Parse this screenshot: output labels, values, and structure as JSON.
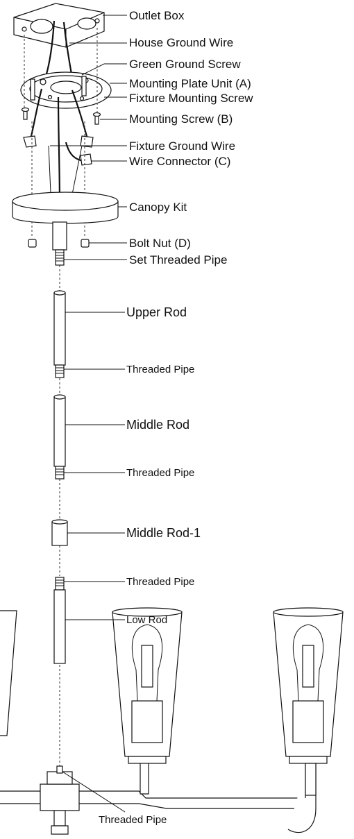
{
  "labels": {
    "outlet_box": "Outlet Box",
    "house_ground_wire": "House Ground Wire",
    "green_ground_screw": "Green Ground Screw",
    "mounting_plate_unit": "Mounting Plate Unit (A)",
    "fixture_mounting_screw": "Fixture Mounting Screw",
    "mounting_screw": "Mounting Screw (B)",
    "fixture_ground_wire": "Fixture Ground Wire",
    "wire_connector": "Wire Connector (C)",
    "canopy_kit": "Canopy Kit",
    "bolt_nut": "Bolt Nut (D)",
    "set_threaded_pipe": "Set Threaded Pipe",
    "upper_rod": "Upper Rod",
    "threaded_pipe_1": "Threaded Pipe",
    "middle_rod": "Middle Rod",
    "threaded_pipe_2": "Threaded Pipe",
    "middle_rod_1": "Middle Rod-1",
    "threaded_pipe_3": "Threaded Pipe",
    "low_rod": "Low Rod",
    "threaded_pipe_4": "Threaded Pipe"
  }
}
